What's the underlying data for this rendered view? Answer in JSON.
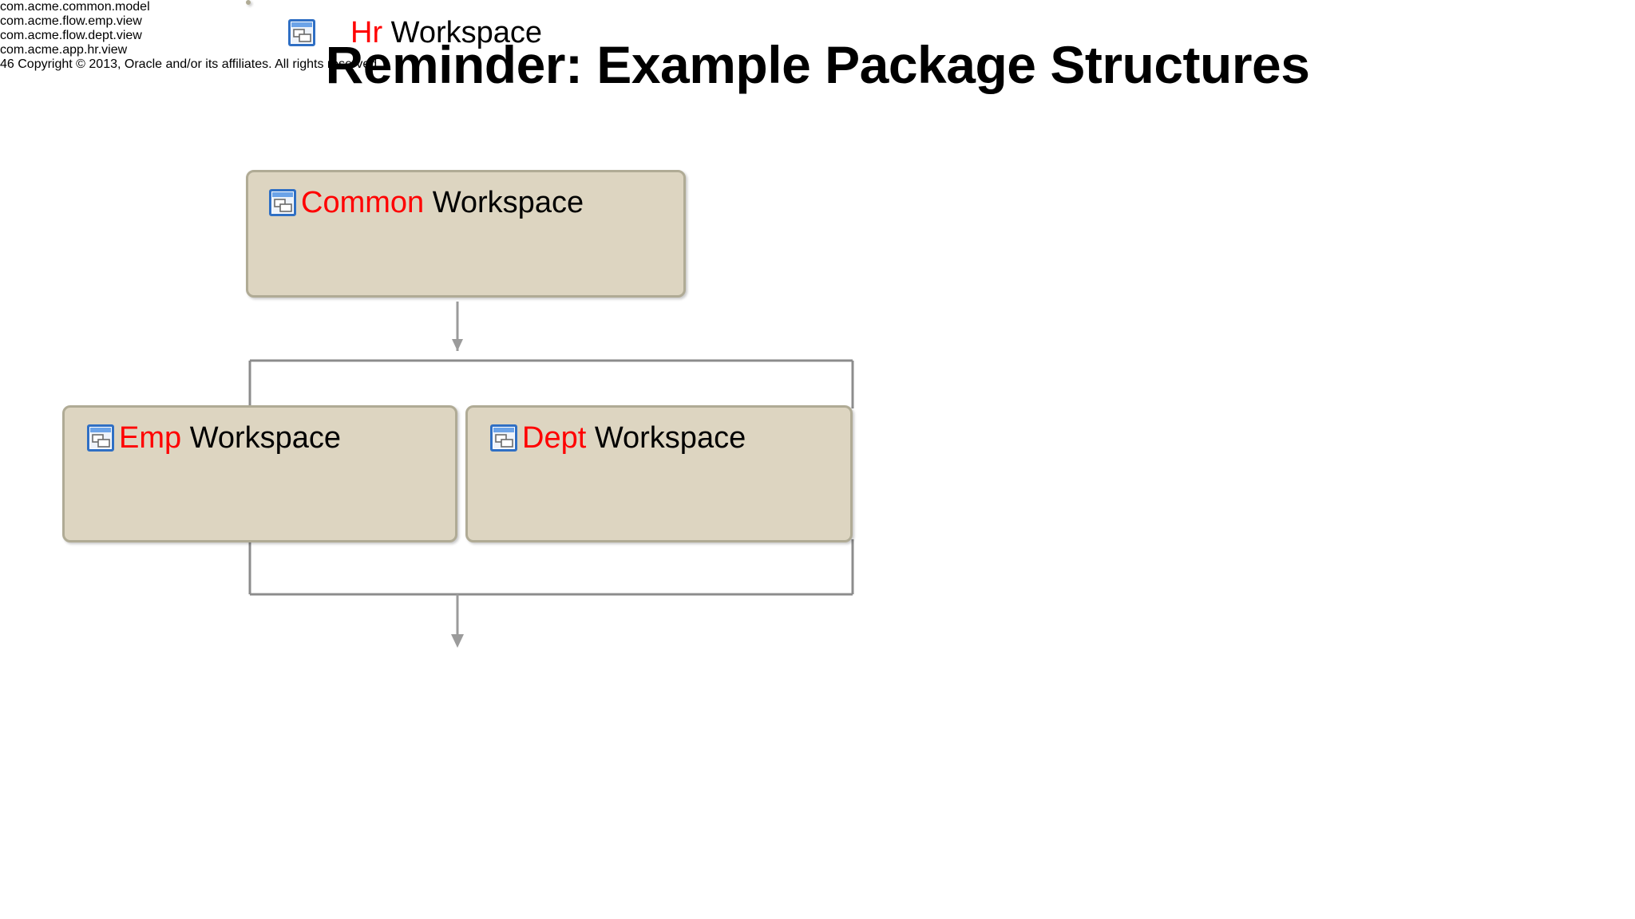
{
  "slide": {
    "title": "Reminder: Example Package Structures",
    "page_number": "46",
    "copyright": "Copyright © 2013, Oracle and/or its affiliates. All rights reserved."
  },
  "colors": {
    "box_fill": "#ddd5c1",
    "box_border": "#b0ab95",
    "highlight_text": "#ff0000",
    "normal_text": "#000000",
    "connector": "#8c8c8c",
    "background": "#ffffff"
  },
  "diagram": {
    "type": "package-structure-hierarchy",
    "icon_name": "workspace-window-icon",
    "nodes": [
      {
        "id": "common",
        "highlight": "Common",
        "suffix": " Workspace",
        "icon": "workspace-window-icon",
        "package": "com.acme.common.model"
      },
      {
        "id": "emp",
        "highlight": "Emp",
        "suffix": " Workspace",
        "icon": "workspace-window-icon",
        "package": "com.acme.flow.emp.view"
      },
      {
        "id": "dept",
        "highlight": "Dept",
        "suffix": " Workspace",
        "icon": "workspace-window-icon",
        "package": "com.acme.flow.dept.view"
      },
      {
        "id": "hr",
        "highlight": "Hr",
        "suffix": " Workspace",
        "icon": "workspace-window-icon",
        "package": "com.acme.app.hr.view"
      }
    ],
    "edges": [
      {
        "from": "common",
        "to": "emp",
        "style": "arrow-down-fork"
      },
      {
        "from": "common",
        "to": "dept",
        "style": "arrow-down-fork"
      },
      {
        "from": "emp",
        "to": "hr",
        "style": "arrow-down-merge"
      },
      {
        "from": "dept",
        "to": "hr",
        "style": "arrow-down-merge"
      }
    ]
  }
}
